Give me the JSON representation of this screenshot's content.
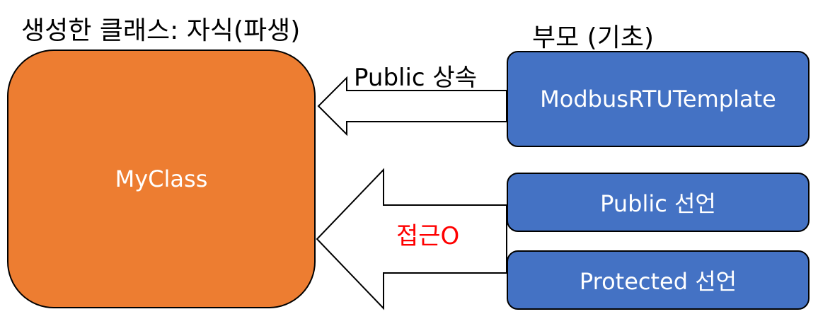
{
  "derived_label": "생성한 클래스: 자식(파생)",
  "base_label": "부모 (기초)",
  "arrow_top_label": "Public 상속",
  "arrow_bottom_label": "접근O",
  "child_class": "MyClass",
  "parent_boxes": {
    "template": "ModbusRTUTemplate",
    "public_decl": "Public 선언",
    "protected_decl": "Protected 선언"
  },
  "colors": {
    "child_fill": "#ed7d31",
    "parent_fill": "#4472c4",
    "access_text": "#ff0000"
  }
}
